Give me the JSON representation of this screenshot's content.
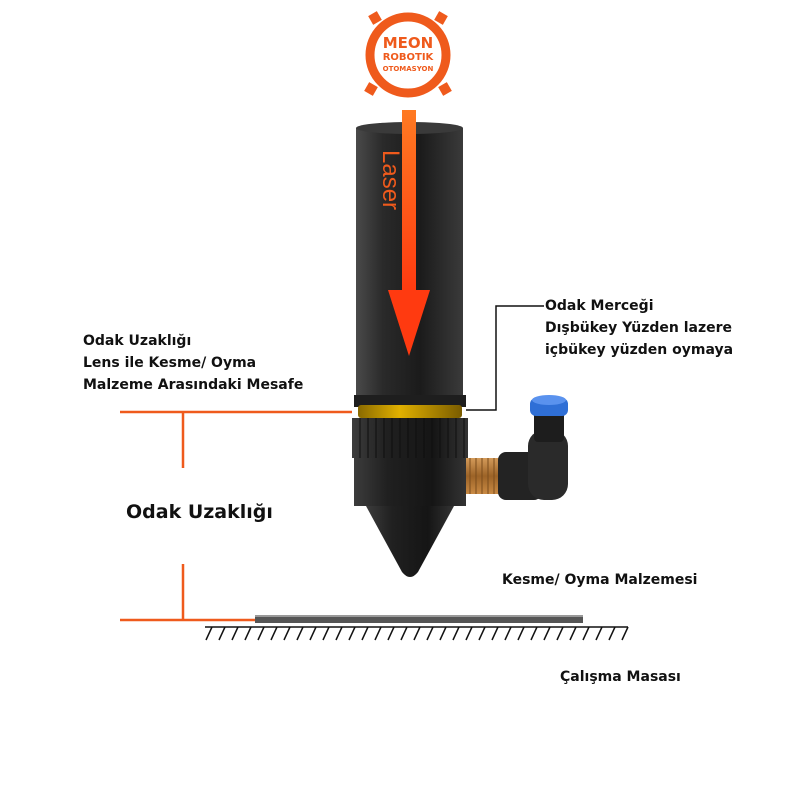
{
  "logo": {
    "line1": "MEON",
    "line2": "ROBOTIK",
    "line3": "OTOMASYON"
  },
  "laser_label": "Laser",
  "labels": {
    "focal_length_heading": "Odak Uzaklığı",
    "focal_length_desc1": "Lens ile Kesme/ Oyma",
    "focal_length_desc2": "Malzeme Arasındaki Mesafe",
    "focal_length_big": "Odak Uzaklığı",
    "lens_title": "Odak Merceği",
    "lens_desc1": "Dışbükey Yüzden lazere",
    "lens_desc2": "içbükey yüzden oymaya",
    "material": "Kesme/ Oyma Malzemesi",
    "table": "Çalışma Masası"
  },
  "colors": {
    "accent": "#ef5a1c",
    "body": "#2b2b2b",
    "ring": "#d9a400",
    "fitting": "#2f6fd6",
    "brass": "#b5793a"
  }
}
